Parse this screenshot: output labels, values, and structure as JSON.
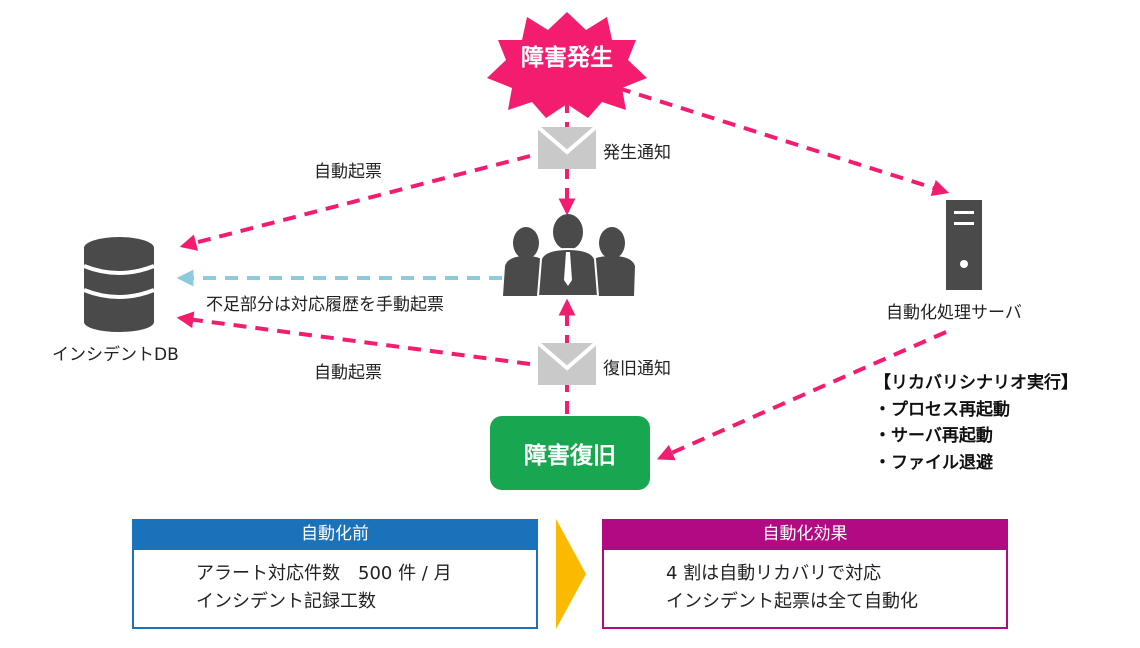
{
  "incident": {
    "label": "障害発生"
  },
  "recovery": {
    "label": "障害復旧"
  },
  "notifications": {
    "occurrence": "発生通知",
    "recovery": "復旧通知"
  },
  "edges": {
    "auto_ticket_top": "自動起票",
    "manual_ticket": "不足部分は対応履歴を手動起票",
    "auto_ticket_bottom": "自動起票"
  },
  "nodes": {
    "incident_db": "インシデントDB",
    "automation_server": "自動化処理サーバ"
  },
  "scenario": {
    "title": "【リカバリシナリオ実行】",
    "items": [
      "・プロセス再起動",
      "・サーバ再起動",
      "・ファイル退避"
    ]
  },
  "before": {
    "title": "自動化前",
    "lines": [
      "アラート対応件数　500 件 / 月",
      "インシデント記録工数"
    ]
  },
  "after": {
    "title": "自動化効果",
    "lines": [
      "4 割は自動リカバリで対応",
      "インシデント起票は全て自動化"
    ]
  },
  "colors": {
    "incident": "#f31c6e",
    "recovery": "#19a651",
    "arrow_auto": "#f31c6e",
    "arrow_manual": "#8ec9dc",
    "before_box": "#1a72bb",
    "after_box": "#b20a82",
    "transition_arrow": "#fbb900",
    "icon_gray": "#4a4a4a"
  }
}
